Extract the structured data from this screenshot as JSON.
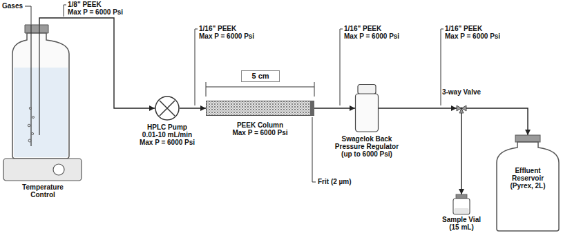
{
  "diagram": {
    "nodes": [
      {
        "text": [
          "Temperature Control"
        ]
      },
      {
        "text": [
          "HPLC Pump",
          "0.01-10 mL/min",
          "Max P = 6000 Psi"
        ]
      },
      {
        "text": [
          "PEEK Column",
          "Max P = 6000 Psi"
        ]
      },
      {
        "text": [
          "Swagelok Back Pressure Regulator",
          "(up to 6000 Psi)"
        ]
      },
      {
        "text": [
          "3-way Valve"
        ]
      },
      {
        "text": [
          "Sample Vial",
          "(15 mL)"
        ]
      },
      {
        "text": [
          "Effluent Reservoir",
          "(Pyrex, 2L)"
        ]
      }
    ],
    "edges": [
      {
        "from": 0,
        "to": 1,
        "arrow": "to"
      },
      {
        "from": 1,
        "to": 2,
        "arrow": "to"
      },
      {
        "from": 2,
        "to": 3,
        "arrow": "to"
      },
      {
        "from": 3,
        "to": 4,
        "arrow": "to"
      },
      {
        "from": 4,
        "to": 5,
        "arrow": "to"
      },
      {
        "from": 4,
        "to": 6,
        "arrow": "to"
      }
    ],
    "labels": [
      "Gases",
      "1/8\" PEEK",
      "Max P = 6000 Psi",
      "1/16\" PEEK",
      "Max P = 6000 Psi",
      "1/16\" PEEK",
      "Max P = 6000 Psi",
      "1/16\" PEEK",
      "Max P = 6000 Psi",
      "5 cm",
      "Frit (2 µm)"
    ]
  }
}
